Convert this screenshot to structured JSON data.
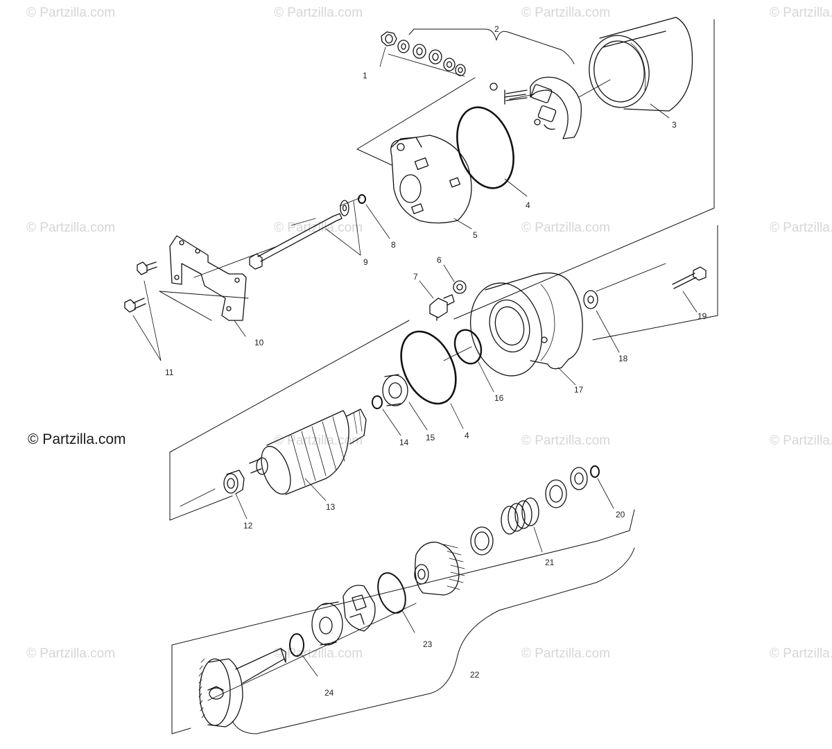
{
  "watermark": "© Partzilla.com",
  "brand_label": "© Partzilla.com",
  "callouts": [
    "1",
    "2",
    "3",
    "4",
    "5",
    "6",
    "7",
    "8",
    "9",
    "10",
    "11",
    "12",
    "13",
    "14",
    "15",
    "16",
    "17",
    "18",
    "19",
    "20",
    "21",
    "22",
    "23",
    "24",
    "4"
  ]
}
